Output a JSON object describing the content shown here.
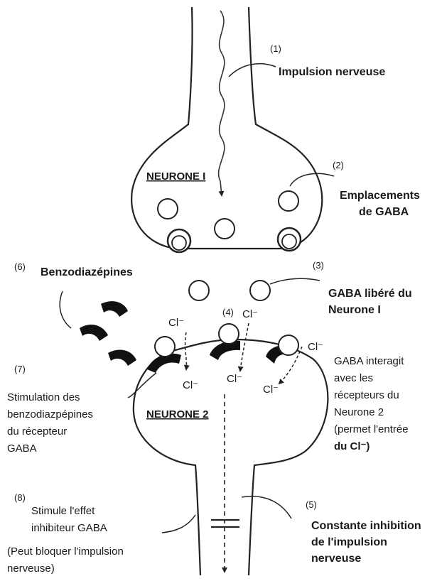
{
  "steps": {
    "s1": "(1)",
    "s2": "(2)",
    "s3": "(3)",
    "s4": "(4)",
    "s5": "(5)",
    "s6": "(6)",
    "s7": "(7)",
    "s8": "(8)"
  },
  "labels": {
    "impulse": "Impulsion nerveuse",
    "neurone1": "NEURONE I",
    "neurone2": "NEURONE 2",
    "gaba_sites_1": "Emplacements",
    "gaba_sites_2": "de GABA",
    "benzo": "Benzodiazépines",
    "gaba_released_1": "GABA libéré du",
    "gaba_released_2": "Neurone I",
    "interact_1": "GABA interagit",
    "interact_2": "avec les",
    "interact_3": "récepteurs du",
    "interact_4": "Neurone 2",
    "interact_5": "(permet l'entrée",
    "interact_6": "du Cl⁻)",
    "stim_1": "Stimulation des",
    "stim_2": "benzodiazpépines",
    "stim_3": "du récepteur",
    "stim_4": "GABA",
    "effect_1": "Stimule l'effet",
    "effect_2": "inhibiteur GABA",
    "block_1": "(Peut bloquer l'impulsion",
    "block_2": "nerveuse)",
    "inhib_1": "Constante inhibition",
    "inhib_2": "de l'impulsion",
    "inhib_3": "nerveuse",
    "cl": "Cl⁻"
  }
}
